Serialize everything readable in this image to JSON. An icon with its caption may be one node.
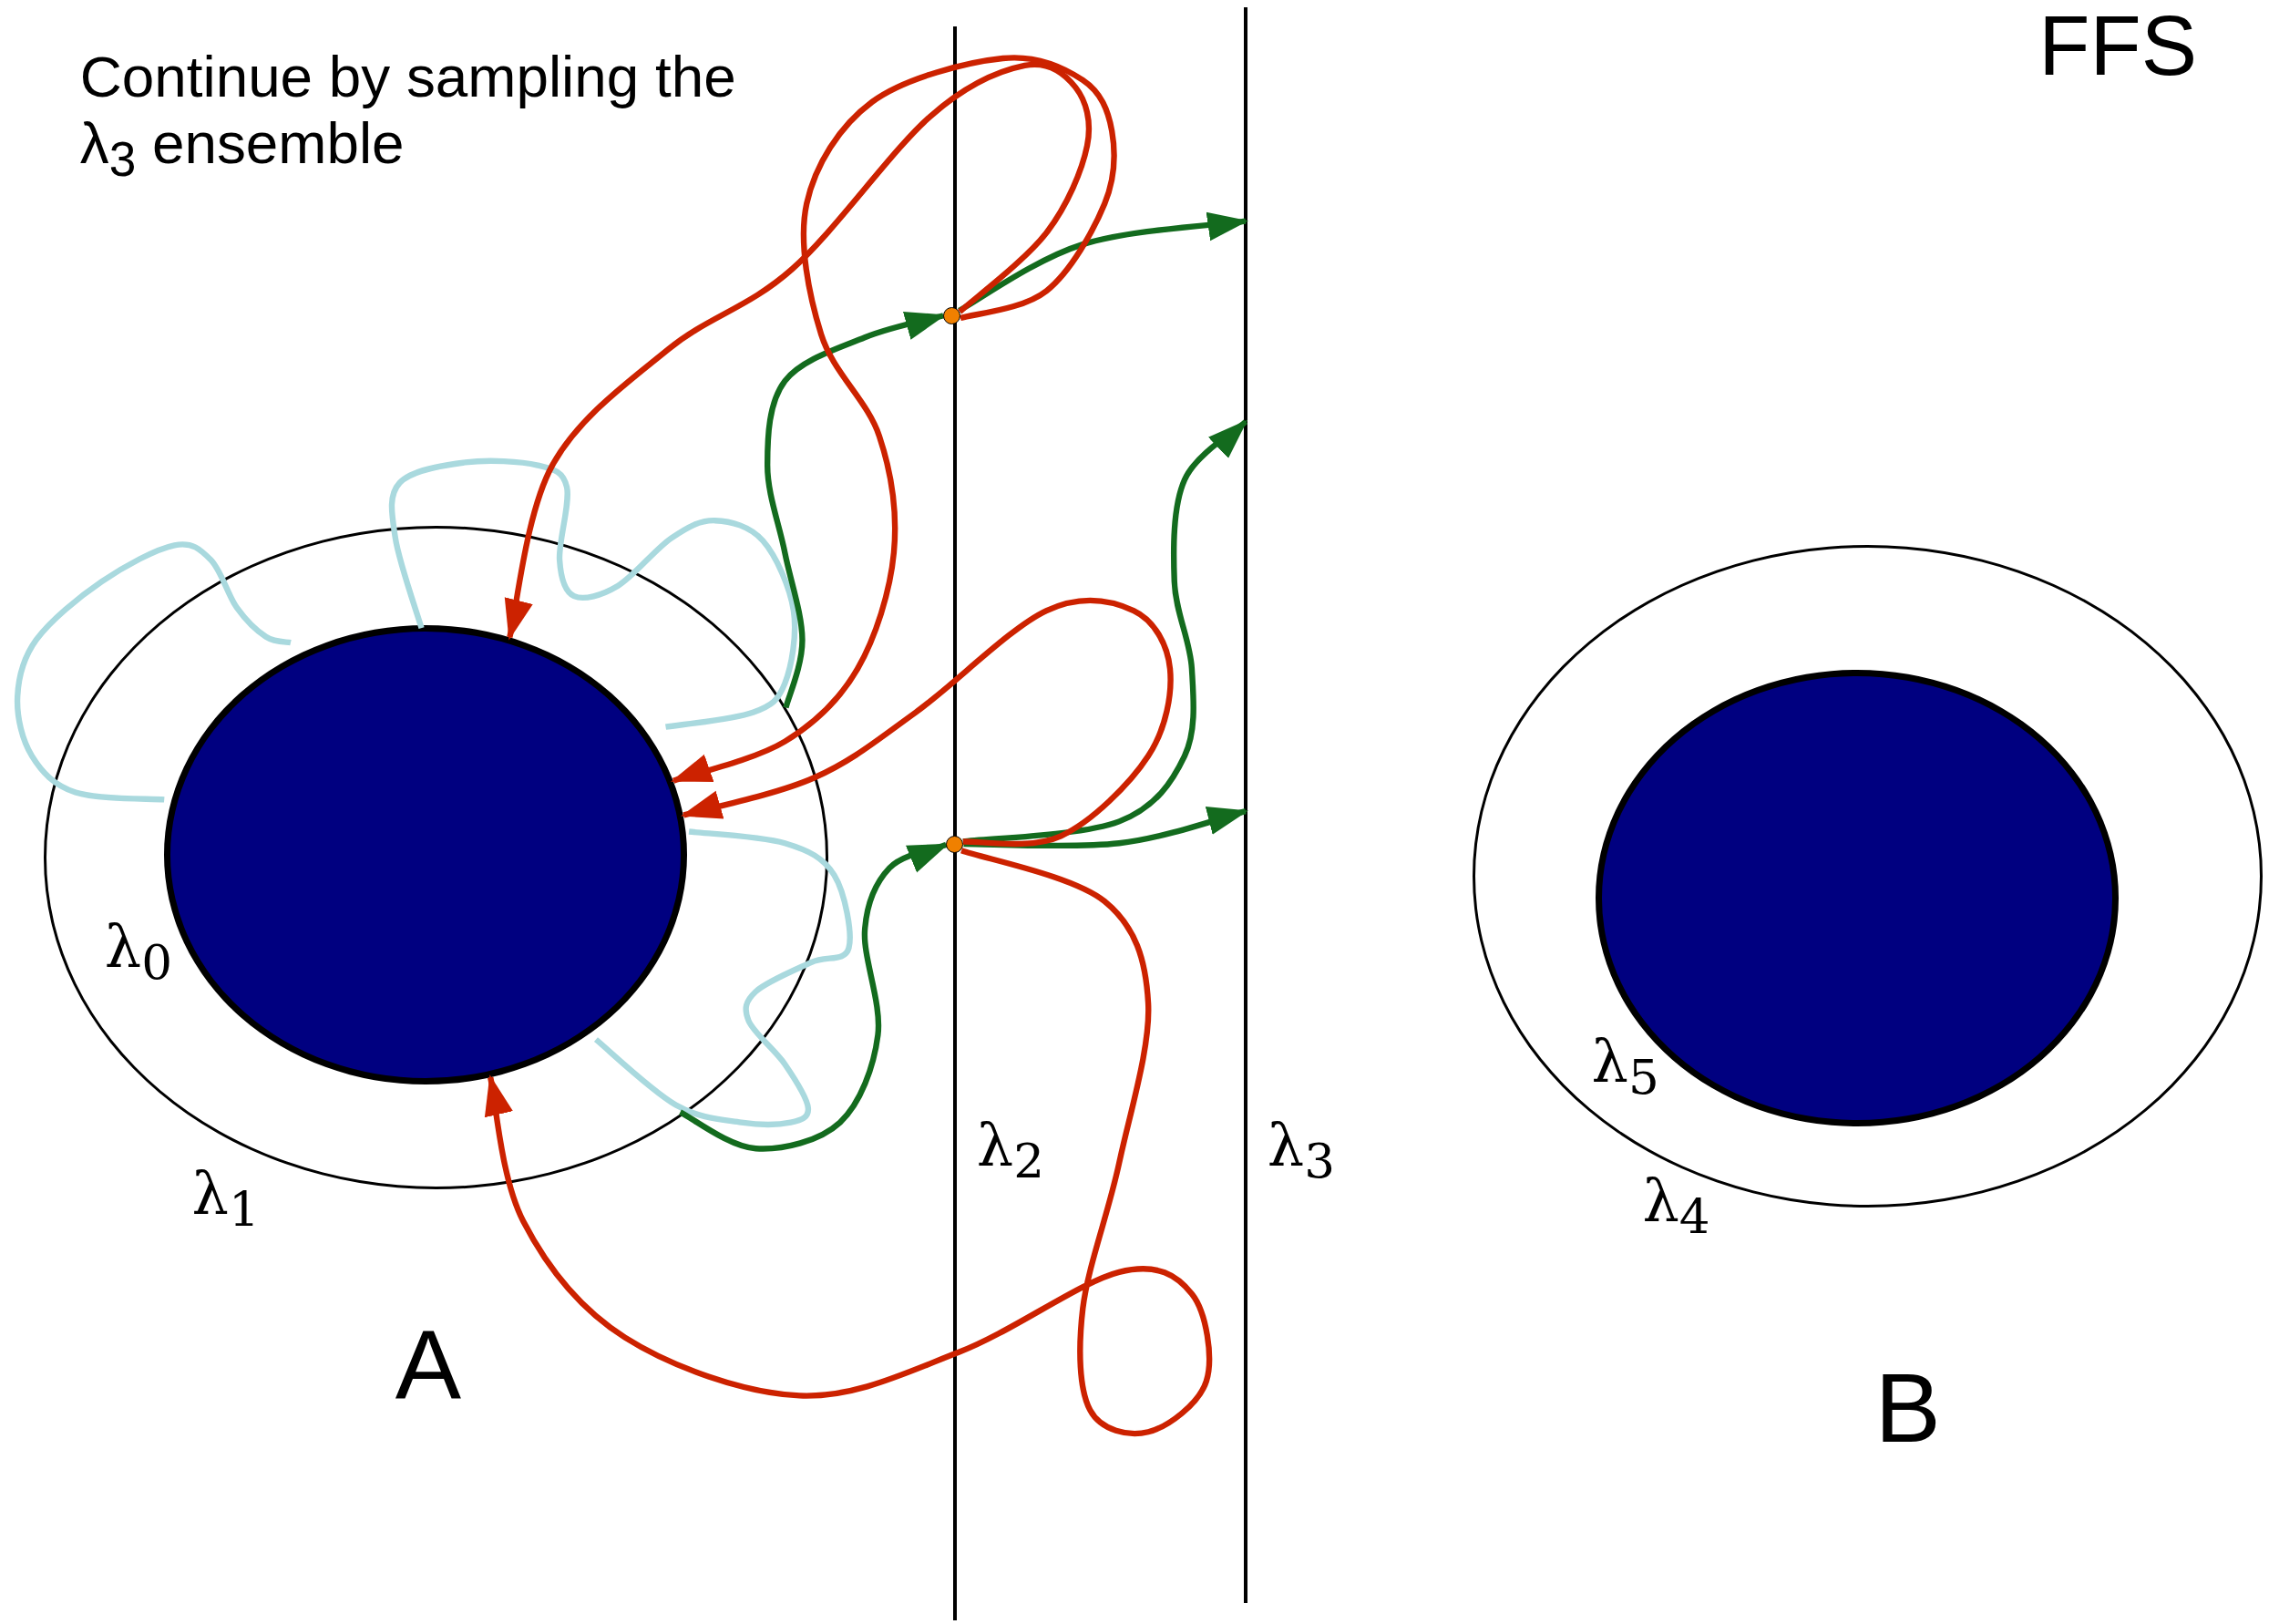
{
  "diagram": {
    "title": "FFS",
    "nodes": [
      {
        "text": [],
        "shape": "circle",
        "beside": [
          "λ$_{1}$"
        ]
      },
      {
        "text": [],
        "shape": "circle",
        "in": 0,
        "beside": [
          "λ$_{0}$"
        ]
      },
      {
        "text": [],
        "shape": "line",
        "beside": [
          "λ$_{2}$"
        ]
      },
      {
        "text": [],
        "shape": "line",
        "beside": [
          "λ$_{3}$"
        ]
      },
      {
        "text": [],
        "shape": "circle",
        "beside": [
          "λ$_{4}$"
        ]
      },
      {
        "text": [],
        "shape": "circle",
        "in": 4
      },
      {
        "text": [],
        "shape": "circle"
      },
      {
        "text": [],
        "shape": "circle"
      }
    ],
    "edges": [
      {
        "from": 0,
        "to": 6,
        "arrow": "to"
      },
      {
        "from": null,
        "to": 7,
        "arrow": "to"
      },
      {
        "from": 6,
        "to": 3,
        "arrow": "to"
      },
      {
        "from": 7,
        "to": 3,
        "arrow": "to"
      },
      {
        "from": 7,
        "to": 3,
        "arrow": "to"
      },
      {
        "from": 6,
        "to": 1,
        "arrow": "to",
        "color": "#cc2200"
      },
      {
        "from": 6,
        "to": 1,
        "arrow": "to",
        "color": "#cc2200"
      },
      {
        "from": 7,
        "to": 1,
        "arrow": "to",
        "color": "#cc2200"
      },
      {
        "from": 7,
        "to": 1,
        "arrow": "to",
        "color": "#cc2200"
      }
    ],
    "labels": [
      "Continue by sampling the λ$_{3}$ ensemble",
      "A",
      "λ$_{5}$",
      "B"
    ]
  }
}
